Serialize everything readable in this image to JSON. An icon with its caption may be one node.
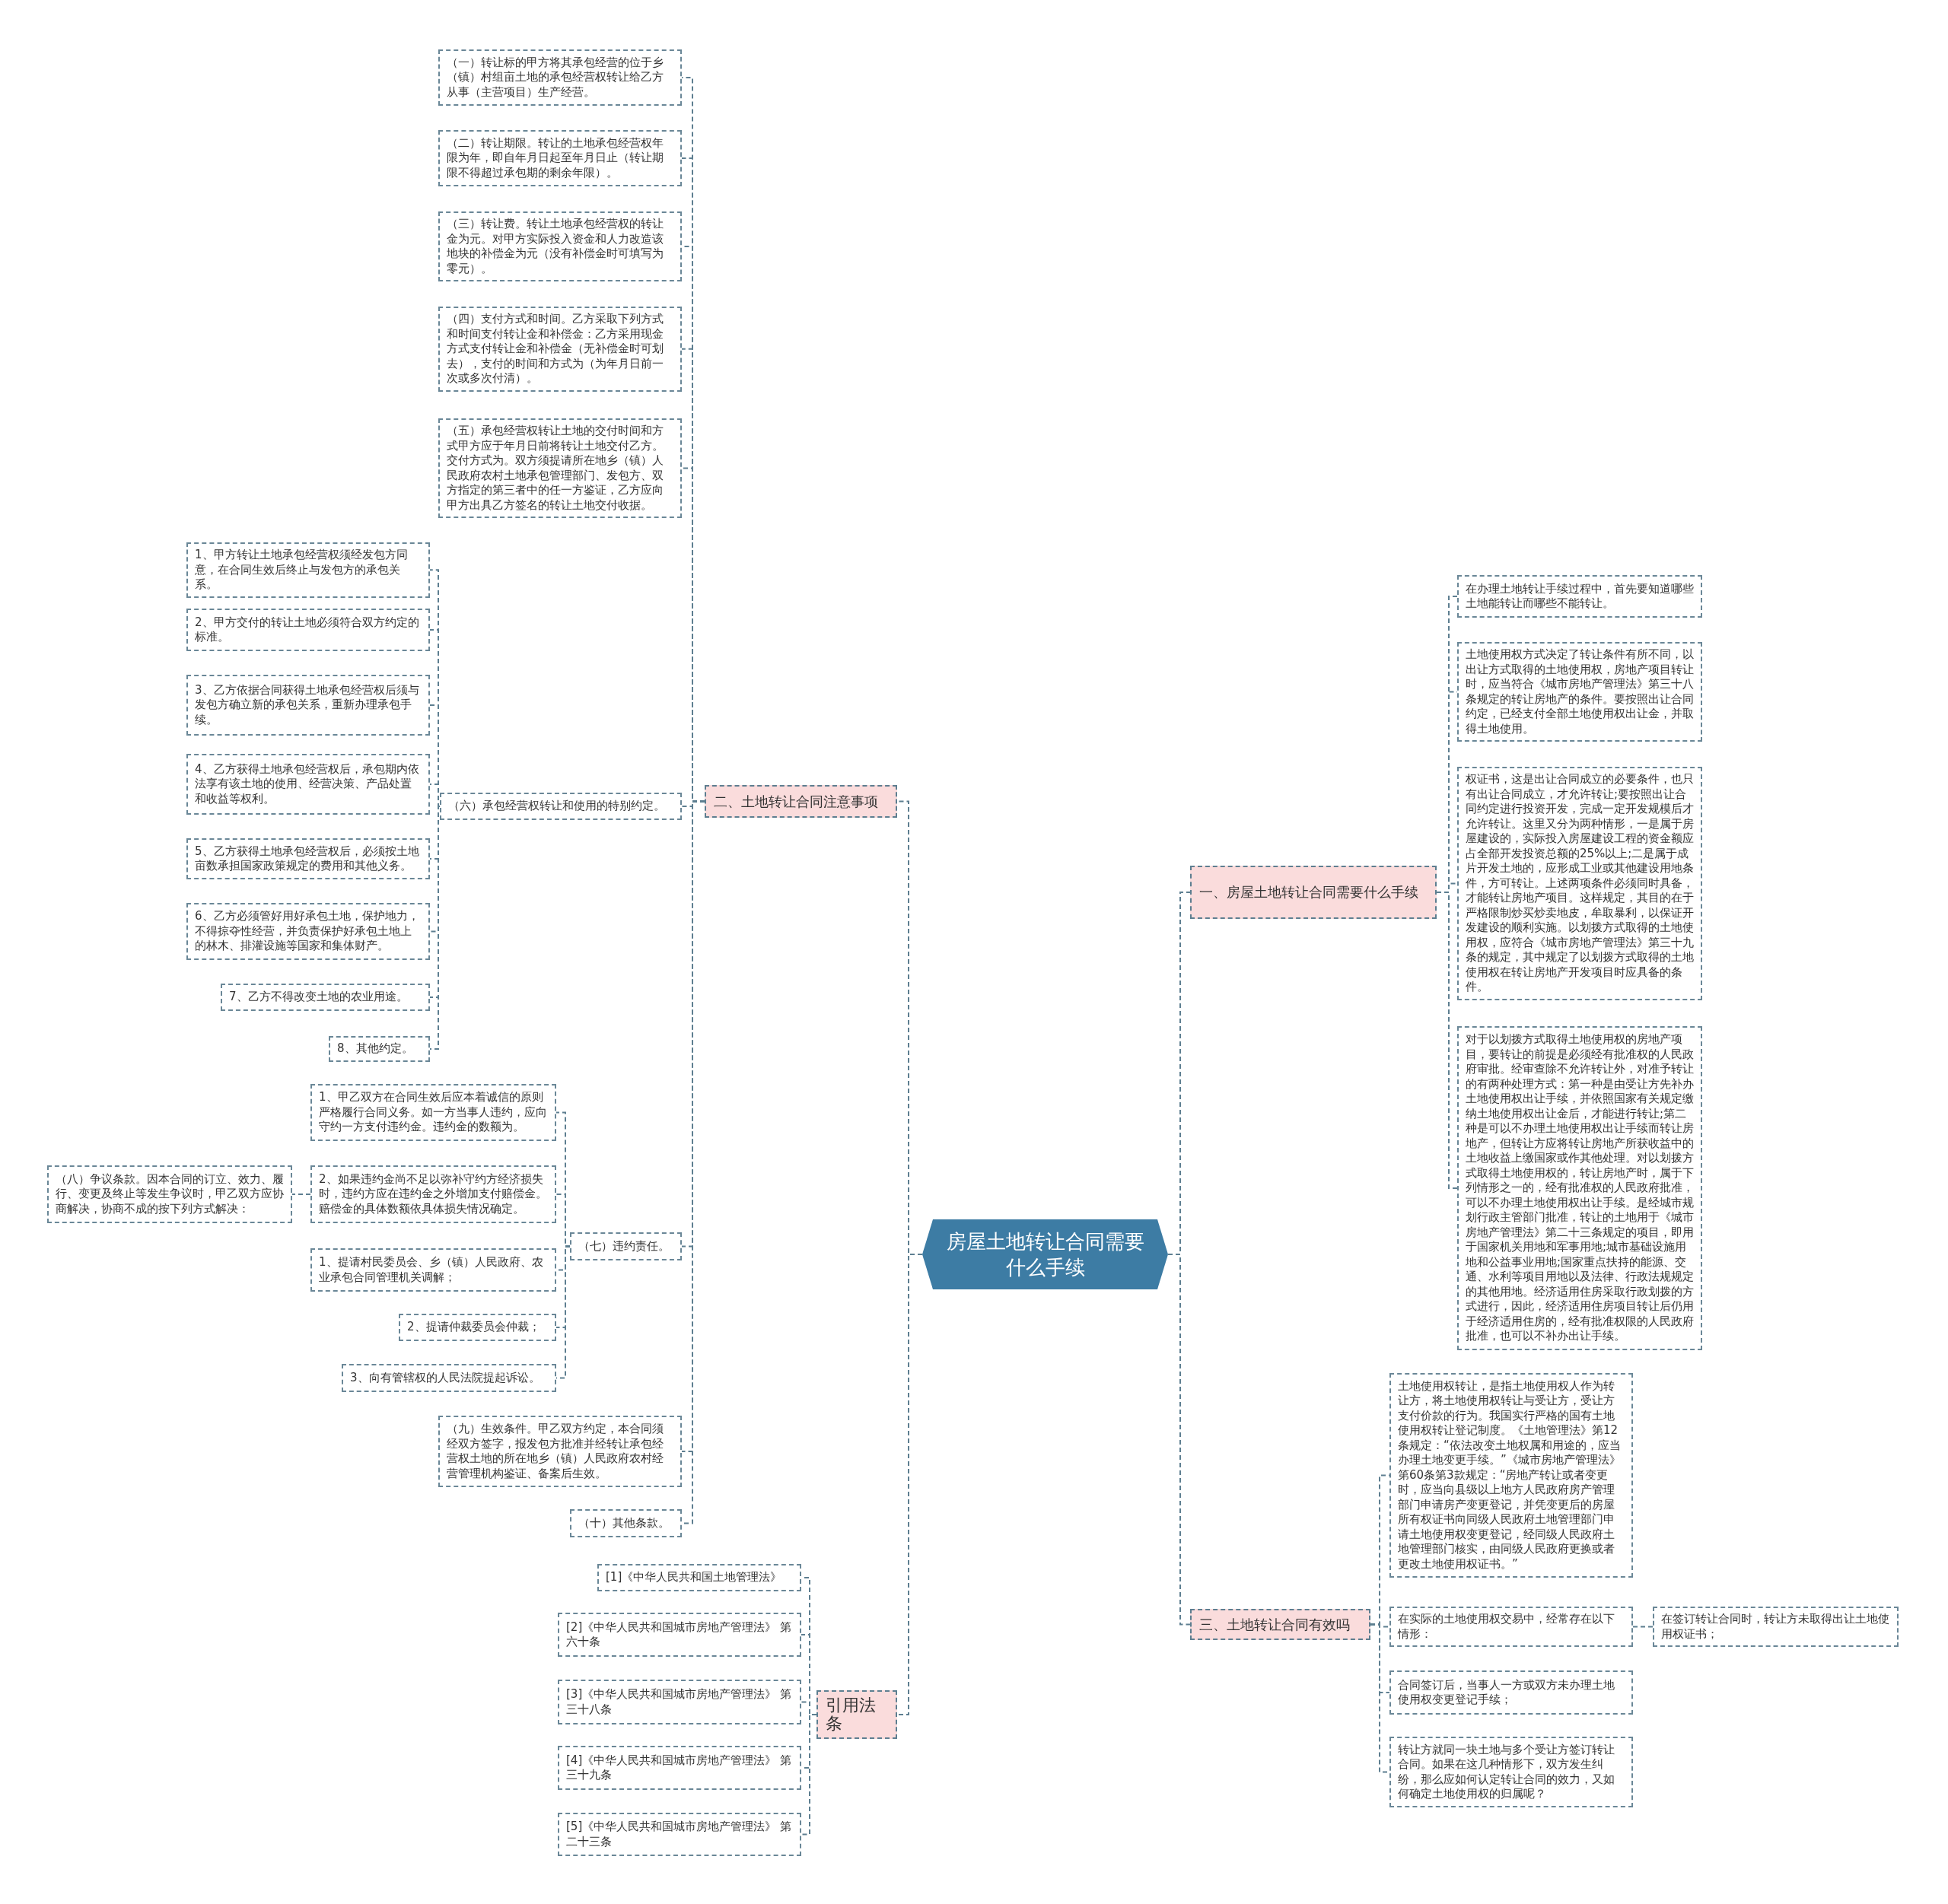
{
  "diagram": {
    "nodes": [
      {
        "text": [
          "房屋土地转让合同需要什么手续"
        ]
      },
      {
        "text": [
          "二、土地转让合同注意事项"
        ]
      },
      {
        "text": [
          "（一）转让标的甲方将其承包经营的位于乡（镇）村组亩土地的承包经营权转让给乙方从事（主营项目）生产经营。"
        ]
      },
      {
        "text": [
          "（二）转让期限。转让的土地承包经营权年限为年，即自年月日起至年月日止（转让期限不得超过承包期的剩余年限）。"
        ]
      },
      {
        "text": [
          "（三）转让费。转让土地承包经营权的转让金为元。对甲方实际投入资金和人力改造该地块的补偿金为元（没有补偿金时可填写为零元）。"
        ]
      },
      {
        "text": [
          "（四）支付方式和时间。乙方采取下列方式和时间支付转让金和补偿金：乙方采用现金方式支付转让金和补偿金（无补偿金时可划去），支付的时间和方式为（为年月日前一次或多次付清）。"
        ]
      },
      {
        "text": [
          "（五）承包经营权转让土地的交付时间和方式甲方应于年月日前将转让土地交付乙方。交付方式为。双方须提请所在地乡（镇）人民政府农村土地承包管理部门、发包方、双方指定的第三者中的任一方鉴证，乙方应向甲方出具乙方签名的转让土地交付收据。"
        ]
      },
      {
        "text": [
          "（六）承包经营权转让和使用的特别约定。"
        ]
      },
      {
        "text": [
          "1、甲方转让土地承包经营权须经发包方同意，在合同生效后终止与发包方的承包关系。"
        ]
      },
      {
        "text": [
          "2、甲方交付的转让土地必须符合双方约定的标准。"
        ]
      },
      {
        "text": [
          "3、乙方依据合同获得土地承包经营权后须与发包方确立新的承包关系，重新办理承包手续。"
        ]
      },
      {
        "text": [
          "4、乙方获得土地承包经营权后，承包期内依法享有该土地的使用、经营决策、产品处置和收益等权利。"
        ]
      },
      {
        "text": [
          "5、乙方获得土地承包经营权后，必须按土地亩数承担国家政策规定的费用和其他义务。"
        ]
      },
      {
        "text": [
          "6、乙方必须管好用好承包土地，保护地力，不得掠夺性经营，并负责保护好承包土地上的林木、排灌设施等国家和集体财产。"
        ]
      },
      {
        "text": [
          "7、乙方不得改变土地的农业用途。"
        ]
      },
      {
        "text": [
          "8、其他约定。"
        ]
      },
      {
        "text": [
          "（七）违约责任。"
        ]
      },
      {
        "text": [
          "1、甲乙双方在合同生效后应本着诚信的原则严格履行合同义务。如一方当事人违约，应向守约一方支付违约金。违约金的数额为。"
        ]
      },
      {
        "text": [
          "2、如果违约金尚不足以弥补守约方经济损失时，违约方应在违约金之外增加支付赔偿金。赔偿金的具体数额依具体损失情况确定。"
        ]
      },
      {
        "text": [
          "（八）争议条款。因本合同的订立、效力、履行、变更及终止等发生争议时，甲乙双方应协商解决，协商不成的按下列方式解决："
        ]
      },
      {
        "text": [
          "1、提请村民委员会、乡（镇）人民政府、农业承包合同管理机关调解；"
        ]
      },
      {
        "text": [
          "2、提请仲裁委员会仲裁；"
        ]
      },
      {
        "text": [
          "3、向有管辖权的人民法院提起诉讼。"
        ]
      },
      {
        "text": [
          "（九）生效条件。甲乙双方约定，本合同须经双方签字，报发包方批准并经转让承包经营权土地的所在地乡（镇）人民政府农村经营管理机构鉴证、备案后生效。"
        ]
      },
      {
        "text": [
          "（十）其他条款。"
        ]
      },
      {
        "text": [
          "引用法条"
        ]
      },
      {
        "text": [
          "[1]《中华人民共和国土地管理法》"
        ]
      },
      {
        "text": [
          "[2]《中华人民共和国城市房地产管理法》 第六十条"
        ]
      },
      {
        "text": [
          "[3]《中华人民共和国城市房地产管理法》 第三十八条"
        ]
      },
      {
        "text": [
          "[4]《中华人民共和国城市房地产管理法》 第三十九条"
        ]
      },
      {
        "text": [
          "[5]《中华人民共和国城市房地产管理法》 第二十三条"
        ]
      },
      {
        "text": [
          "一、房屋土地转让合同需要什么手续"
        ]
      },
      {
        "text": [
          "在办理土地转让手续过程中，首先要知道哪些土地能转让而哪些不能转让。"
        ]
      },
      {
        "text": [
          "土地使用权方式决定了转让条件有所不同，以出让方式取得的土地使用权，房地产项目转让时，应当符合《城市房地产管理法》第三十八条规定的转让房地产的条件。要按照出让合同约定，已经支付全部土地使用权出让金，并取得土地使用。"
        ]
      },
      {
        "text": [
          "权证书，这是出让合同成立的必要条件，也只有出让合同成立，才允许转让;要按照出让合同约定进行投资开发，完成一定开发规模后才允许转让。这里又分为两种情形，一是属于房屋建设的，实际投入房屋建设工程的资金额应占全部开发投资总额的25%以上;二是属于成片开发土地的，应形成工业或其他建设用地条件，方可转让。上述两项条件必须同时具备，才能转让房地产项目。这样规定，其目的在于严格限制炒买炒卖地皮，牟取暴利，以保证开发建设的顺利实施。以划拨方式取得的土地使用权，应符合《城市房地产管理法》第三十九条的规定，其中规定了以划拨方式取得的土地使用权在转让房地产开发项目时应具备的条件。"
        ]
      },
      {
        "text": [
          "对于以划拨方式取得土地使用权的房地产项目，要转让的前提是必须经有批准权的人民政府审批。经审查除不允许转让外，对准予转让的有两种处理方式：第一种是由受让方先补办土地使用权出让手续，并依照国家有关规定缴纳土地使用权出让金后，才能进行转让;第二种是可以不办理土地使用权出让手续而转让房地产，但转让方应将转让房地产所获收益中的土地收益上缴国家或作其他处理。对以划拨方式取得土地使用权的，转让房地产时，属于下列情形之一的，经有批准权的人民政府批准，可以不办理土地使用权出让手续。是经城市规划行政主管部门批准，转让的土地用于《城市房地产管理法》第二十三条规定的项目，即用于国家机关用地和军事用地;城市基础设施用地和公益事业用地;国家重点扶持的能源、交通、水利等项目用地以及法律、行政法规规定的其他用地。经济适用住房采取行政划拨的方式进行，因此，经济适用住房项目转让后仍用于经济适用住房的，经有批准权限的人民政府批准，也可以不补办出让手续。"
        ]
      },
      {
        "text": [
          "三、土地转让合同有效吗"
        ]
      },
      {
        "text": [
          "土地使用权转让，是指土地使用权人作为转让方，将土地使用权转让与受让方，受让方支付价款的行为。我国实行严格的国有土地使用权转让登记制度。《土地管理法》第12条规定：“依法改变土地权属和用途的，应当办理土地变更手续。”《城市房地产管理法》第60条第3款规定：“房地产转让或者变更时，应当向县级以上地方人民政府房产管理部门申请房产变更登记，并凭变更后的房屋所有权证书向同级人民政府土地管理部门申请土地使用权变更登记，经同级人民政府土地管理部门核实，由同级人民政府更换或者更改土地使用权证书。”"
        ]
      },
      {
        "text": [
          "在实际的土地使用权交易中，经常存在以下情形："
        ]
      },
      {
        "text": [
          "在签订转让合同时，转让方未取得出让土地使用权证书；"
        ]
      },
      {
        "text": [
          "合同签订后，当事人一方或双方未办理土地使用权变更登记手续；"
        ]
      },
      {
        "text": [
          "转让方就同一块土地与多个受让方签订转让合同。如果在这几种情形下，双方发生纠纷，那么应如何认定转让合同的效力，又如何确定土地使用权的归属呢？"
        ]
      }
    ],
    "edges": [
      {
        "from": 0,
        "to": 1,
        "arrow": "none"
      },
      {
        "from": 1,
        "to": 2,
        "arrow": "none"
      },
      {
        "from": 1,
        "to": 3,
        "arrow": "none"
      },
      {
        "from": 1,
        "to": 4,
        "arrow": "none"
      },
      {
        "from": 1,
        "to": 5,
        "arrow": "none"
      },
      {
        "from": 1,
        "to": 6,
        "arrow": "none"
      },
      {
        "from": 1,
        "to": 7,
        "arrow": "none"
      },
      {
        "from": 7,
        "to": 8,
        "arrow": "none"
      },
      {
        "from": 7,
        "to": 9,
        "arrow": "none"
      },
      {
        "from": 7,
        "to": 10,
        "arrow": "none"
      },
      {
        "from": 7,
        "to": 11,
        "arrow": "none"
      },
      {
        "from": 7,
        "to": 12,
        "arrow": "none"
      },
      {
        "from": 7,
        "to": 13,
        "arrow": "none"
      },
      {
        "from": 7,
        "to": 14,
        "arrow": "none"
      },
      {
        "from": 7,
        "to": 15,
        "arrow": "none"
      },
      {
        "from": 1,
        "to": 16,
        "arrow": "none"
      },
      {
        "from": 16,
        "to": 17,
        "arrow": "none"
      },
      {
        "from": 16,
        "to": 18,
        "arrow": "none"
      },
      {
        "from": 18,
        "to": 19,
        "arrow": "none"
      },
      {
        "from": 16,
        "to": 20,
        "arrow": "none"
      },
      {
        "from": 16,
        "to": 21,
        "arrow": "none"
      },
      {
        "from": 16,
        "to": 22,
        "arrow": "none"
      },
      {
        "from": 1,
        "to": 23,
        "arrow": "none"
      },
      {
        "from": 1,
        "to": 24,
        "arrow": "none"
      },
      {
        "from": 0,
        "to": 25,
        "arrow": "none"
      },
      {
        "from": 25,
        "to": 26,
        "arrow": "none"
      },
      {
        "from": 25,
        "to": 27,
        "arrow": "none"
      },
      {
        "from": 25,
        "to": 28,
        "arrow": "none"
      },
      {
        "from": 25,
        "to": 29,
        "arrow": "none"
      },
      {
        "from": 25,
        "to": 30,
        "arrow": "none"
      },
      {
        "from": 0,
        "to": 31,
        "arrow": "none"
      },
      {
        "from": 31,
        "to": 32,
        "arrow": "none"
      },
      {
        "from": 31,
        "to": 33,
        "arrow": "none"
      },
      {
        "from": 31,
        "to": 34,
        "arrow": "none"
      },
      {
        "from": 31,
        "to": 35,
        "arrow": "none"
      },
      {
        "from": 0,
        "to": 36,
        "arrow": "none"
      },
      {
        "from": 36,
        "to": 37,
        "arrow": "none"
      },
      {
        "from": 36,
        "to": 38,
        "arrow": "none"
      },
      {
        "from": 38,
        "to": 39,
        "arrow": "none"
      },
      {
        "from": 36,
        "to": 40,
        "arrow": "none"
      },
      {
        "from": 36,
        "to": 41,
        "arrow": "none"
      }
    ]
  }
}
